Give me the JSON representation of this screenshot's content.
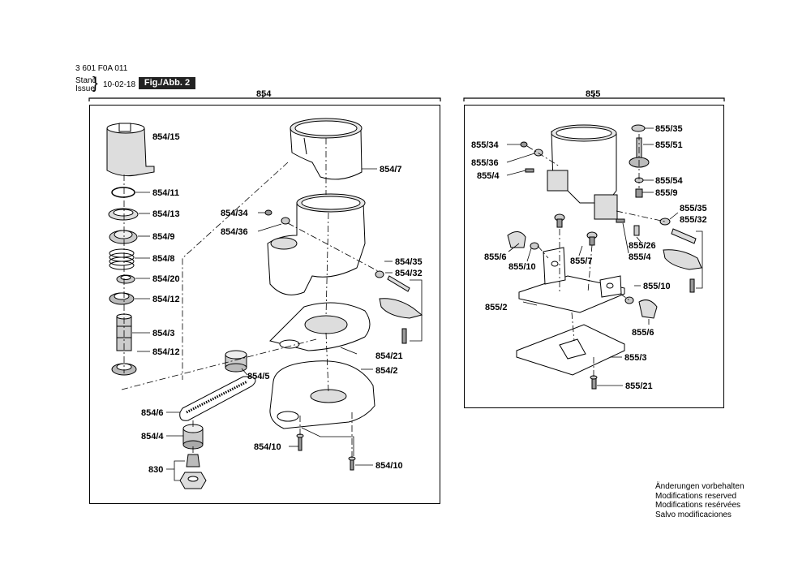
{
  "header": {
    "part_number": "3 601 F0A 011",
    "stand": "Stand",
    "issue": "Issue",
    "brace": "}",
    "date": "10-02-18",
    "figure": "Fig./Abb. 2"
  },
  "panels": {
    "left_title": "854",
    "right_title": "855"
  },
  "labels_left": [
    "854/15",
    "854/11",
    "854/13",
    "854/9",
    "854/8",
    "854/20",
    "854/12",
    "854/3",
    "854/12",
    "854/7",
    "854/34",
    "854/36",
    "854/35",
    "854/32",
    "854/21",
    "854/2",
    "854/5",
    "854/6",
    "854/4",
    "830",
    "854/10",
    "854/10"
  ],
  "labels_right": [
    "855/35",
    "855/51",
    "855/34",
    "855/36",
    "855/4",
    "855/54",
    "855/9",
    "855/35",
    "855/32",
    "855/26",
    "855/4",
    "855/6",
    "855/10",
    "855/7",
    "855/10",
    "855/2",
    "855/6",
    "855/3",
    "855/21"
  ],
  "notes": [
    "Änderungen vorbehalten",
    "Modifications reserved",
    "Modifications resérvées",
    "Salvo modificaciones"
  ]
}
